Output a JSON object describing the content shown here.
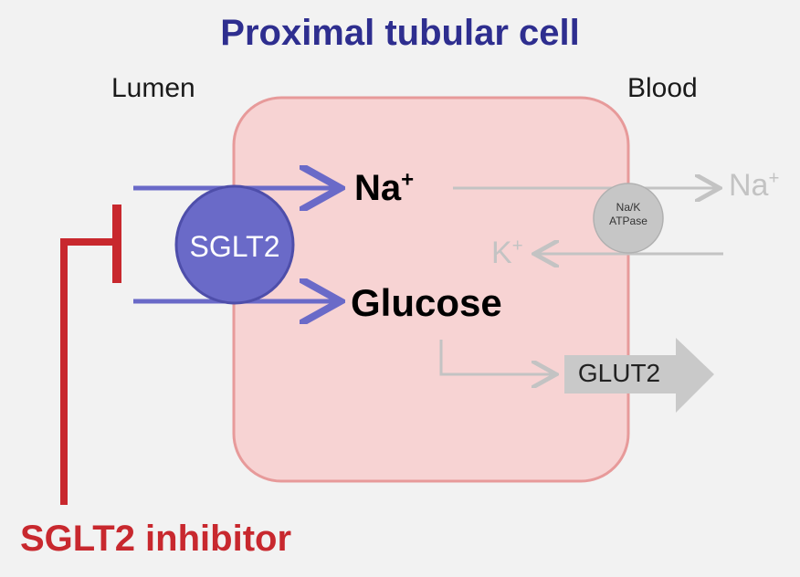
{
  "title": "Proximal tubular cell",
  "labels": {
    "lumen": "Lumen",
    "blood": "Blood"
  },
  "transporters": {
    "sglt2": "SGLT2",
    "pump_line1": "Na/K",
    "pump_line2": "ATPase",
    "glut2": "GLUT2"
  },
  "ions": {
    "na_symbol": "Na",
    "na_charge": "+",
    "k_symbol": "K",
    "k_charge": "+",
    "glucose": "Glucose"
  },
  "inhibitor": {
    "label": "SGLT2 inhibitor"
  },
  "colors": {
    "title": "#2e2e8f",
    "cell_fill": "#f7d3d3",
    "cell_border": "#e79a9a",
    "sglt2": "#6a6ac8",
    "inhibitor": "#c8282e",
    "faded": "#c3c3c3"
  }
}
